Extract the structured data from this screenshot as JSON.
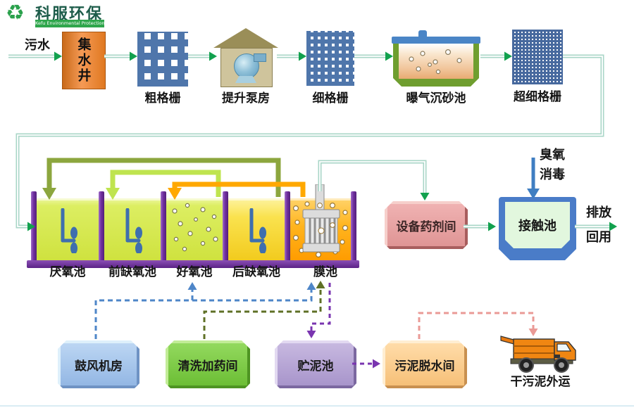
{
  "logo": {
    "icon_glyph": "♻",
    "title": "科服环保",
    "subtitle": "Kefu Environmental Protection"
  },
  "flow": {
    "influent": "污水",
    "ozone_line1": "臭氧",
    "ozone_line2": "消毒",
    "effluent_top": "排放",
    "effluent_bottom": "回用"
  },
  "pretreatment": {
    "units": [
      {
        "label": "集水井"
      },
      {
        "label": "粗格栅"
      },
      {
        "label": "提升泵房"
      },
      {
        "label": "细格栅"
      },
      {
        "label": "曝气沉砂池"
      },
      {
        "label": "超细格栅"
      }
    ]
  },
  "bio": {
    "tanks": [
      {
        "label": "厌氧池"
      },
      {
        "label": "前缺氧池"
      },
      {
        "label": "好氧池"
      },
      {
        "label": "后缺氧池"
      },
      {
        "label": "膜池"
      }
    ]
  },
  "treatment": {
    "equipment_room": "设备药剂间",
    "contact_tank": "接触池"
  },
  "sludge": {
    "blower_room": "鼓风机房",
    "cleaning_room": "清洗加药间",
    "storage_tank": "贮泥池",
    "dewatering_room": "污泥脱水间",
    "truck_label": "干污泥外运"
  },
  "colors": {
    "flow_pipe": "#a9d6c7",
    "flow_arrow": "#12a14e",
    "recycle_dark_olive": "#8ca63e",
    "recycle_light_green": "#bfe44f",
    "recycle_orange": "#ffa800",
    "air_dashed_blue": "#4e86c8",
    "chemical_dashed_olive": "#5f7026",
    "sludge_dashed_purple": "#7a35b0",
    "cake_dashed_pink": "#ea9a96",
    "tank_wall_purple": "#7030a0",
    "ozone_arrow_blue": "#3f7ec2",
    "logo_green": "#2fa64c"
  }
}
